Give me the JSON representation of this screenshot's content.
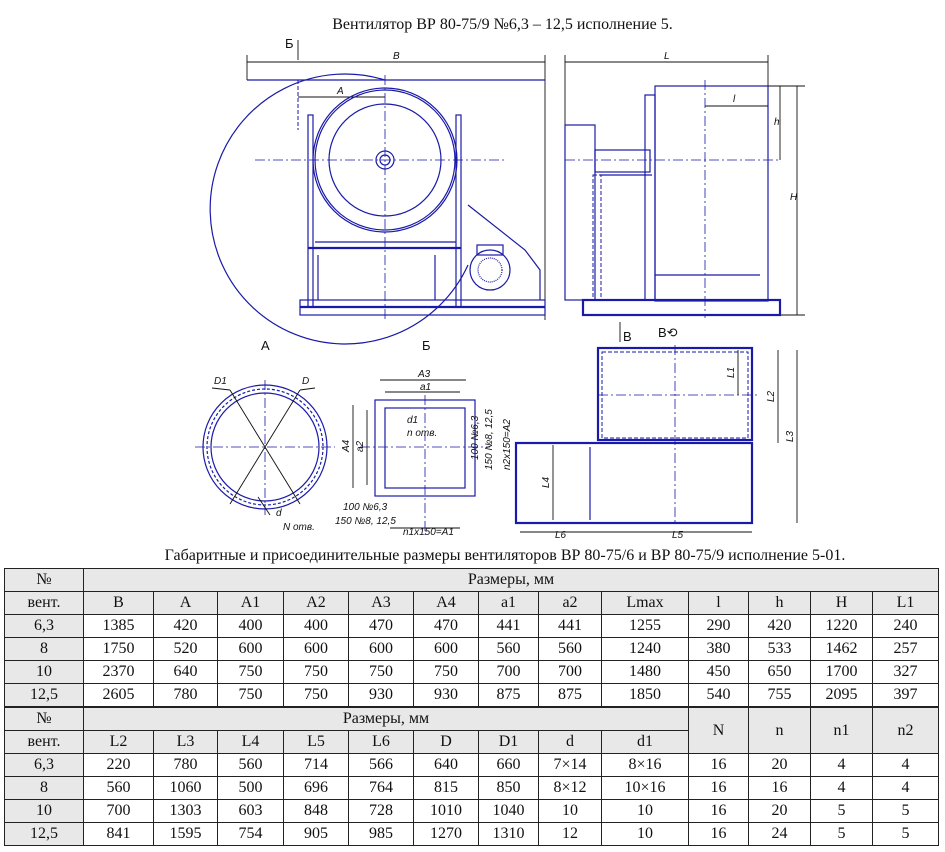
{
  "title": "Вентилятор ВР 80-75/9 №6,3 – 12,5 исполнение 5.",
  "caption": "Габаритные и присоединительные размеры вентиляторов ВР 80-75/6 и ВР 80-75/9 исполнение 5-01.",
  "drawing": {
    "view_labels": {
      "A": "А",
      "B": "Б",
      "V": "В",
      "V_rot": "В⟲",
      "B_arrow": "Б",
      "V_arrow": "В"
    },
    "dims": {
      "B": "B",
      "A": "A",
      "L": "L",
      "l": "l",
      "h": "h",
      "H": "H",
      "D1": "D1",
      "D": "D",
      "d": "d",
      "N_holes": "N отв.",
      "A3": "A3",
      "a1": "a1",
      "d1": "d1",
      "n_holes": "n отв.",
      "A4": "A4",
      "a2": "a2",
      "p100_63": "100 №6,3",
      "p150_8": "150 №8, 12,5",
      "n1": "n1x150=A1",
      "n2": "n2x150=A2",
      "L1": "L1",
      "L2": "L2",
      "L3": "L3",
      "L4": "L4",
      "L5": "L5",
      "L6": "L6"
    }
  },
  "table1": {
    "no_label": "№",
    "vent_label": "вент.",
    "group_label": "Размеры, мм",
    "columns": [
      "B",
      "A",
      "A1",
      "A2",
      "A3",
      "A4",
      "a1",
      "a2",
      "Lmax",
      "l",
      "h",
      "H",
      "L1"
    ],
    "rows": [
      [
        "6,3",
        "1385",
        "420",
        "400",
        "400",
        "470",
        "470",
        "441",
        "441",
        "1255",
        "290",
        "420",
        "1220",
        "240"
      ],
      [
        "8",
        "1750",
        "520",
        "600",
        "600",
        "600",
        "600",
        "560",
        "560",
        "1240",
        "380",
        "533",
        "1462",
        "257"
      ],
      [
        "10",
        "2370",
        "640",
        "750",
        "750",
        "750",
        "750",
        "700",
        "700",
        "1480",
        "450",
        "650",
        "1700",
        "327"
      ],
      [
        "12,5",
        "2605",
        "780",
        "750",
        "750",
        "930",
        "930",
        "875",
        "875",
        "1850",
        "540",
        "755",
        "2095",
        "397"
      ]
    ]
  },
  "table2": {
    "no_label": "№",
    "vent_label": "вент.",
    "group_label": "Размеры, мм",
    "columns": [
      "L2",
      "L3",
      "L4",
      "L5",
      "L6",
      "D",
      "D1",
      "d",
      "d1"
    ],
    "extra_columns": [
      "N",
      "n",
      "n1",
      "n2"
    ],
    "rows": [
      [
        "6,3",
        "220",
        "780",
        "560",
        "714",
        "566",
        "640",
        "660",
        "7×14",
        "8×16",
        "16",
        "20",
        "4",
        "4"
      ],
      [
        "8",
        "560",
        "1060",
        "500",
        "696",
        "764",
        "815",
        "850",
        "8×12",
        "10×16",
        "16",
        "16",
        "4",
        "4"
      ],
      [
        "10",
        "700",
        "1303",
        "603",
        "848",
        "728",
        "1010",
        "1040",
        "10",
        "10",
        "16",
        "20",
        "5",
        "5"
      ],
      [
        "12,5",
        "841",
        "1595",
        "754",
        "905",
        "985",
        "1270",
        "1310",
        "12",
        "10",
        "16",
        "24",
        "5",
        "5"
      ]
    ]
  }
}
